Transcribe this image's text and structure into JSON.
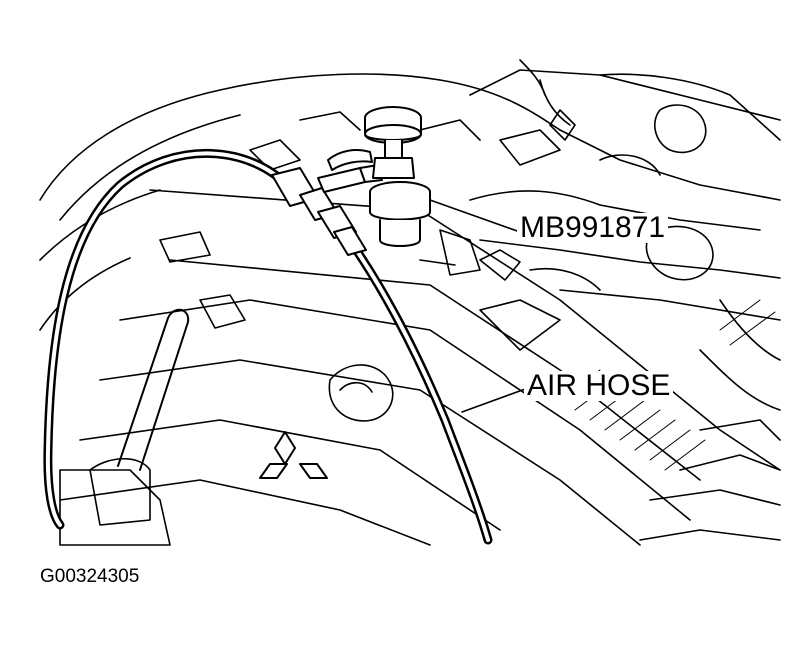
{
  "labels": {
    "tool": "MB991871",
    "hose": "AIR HOSE"
  },
  "figure_id": "G00324305"
}
